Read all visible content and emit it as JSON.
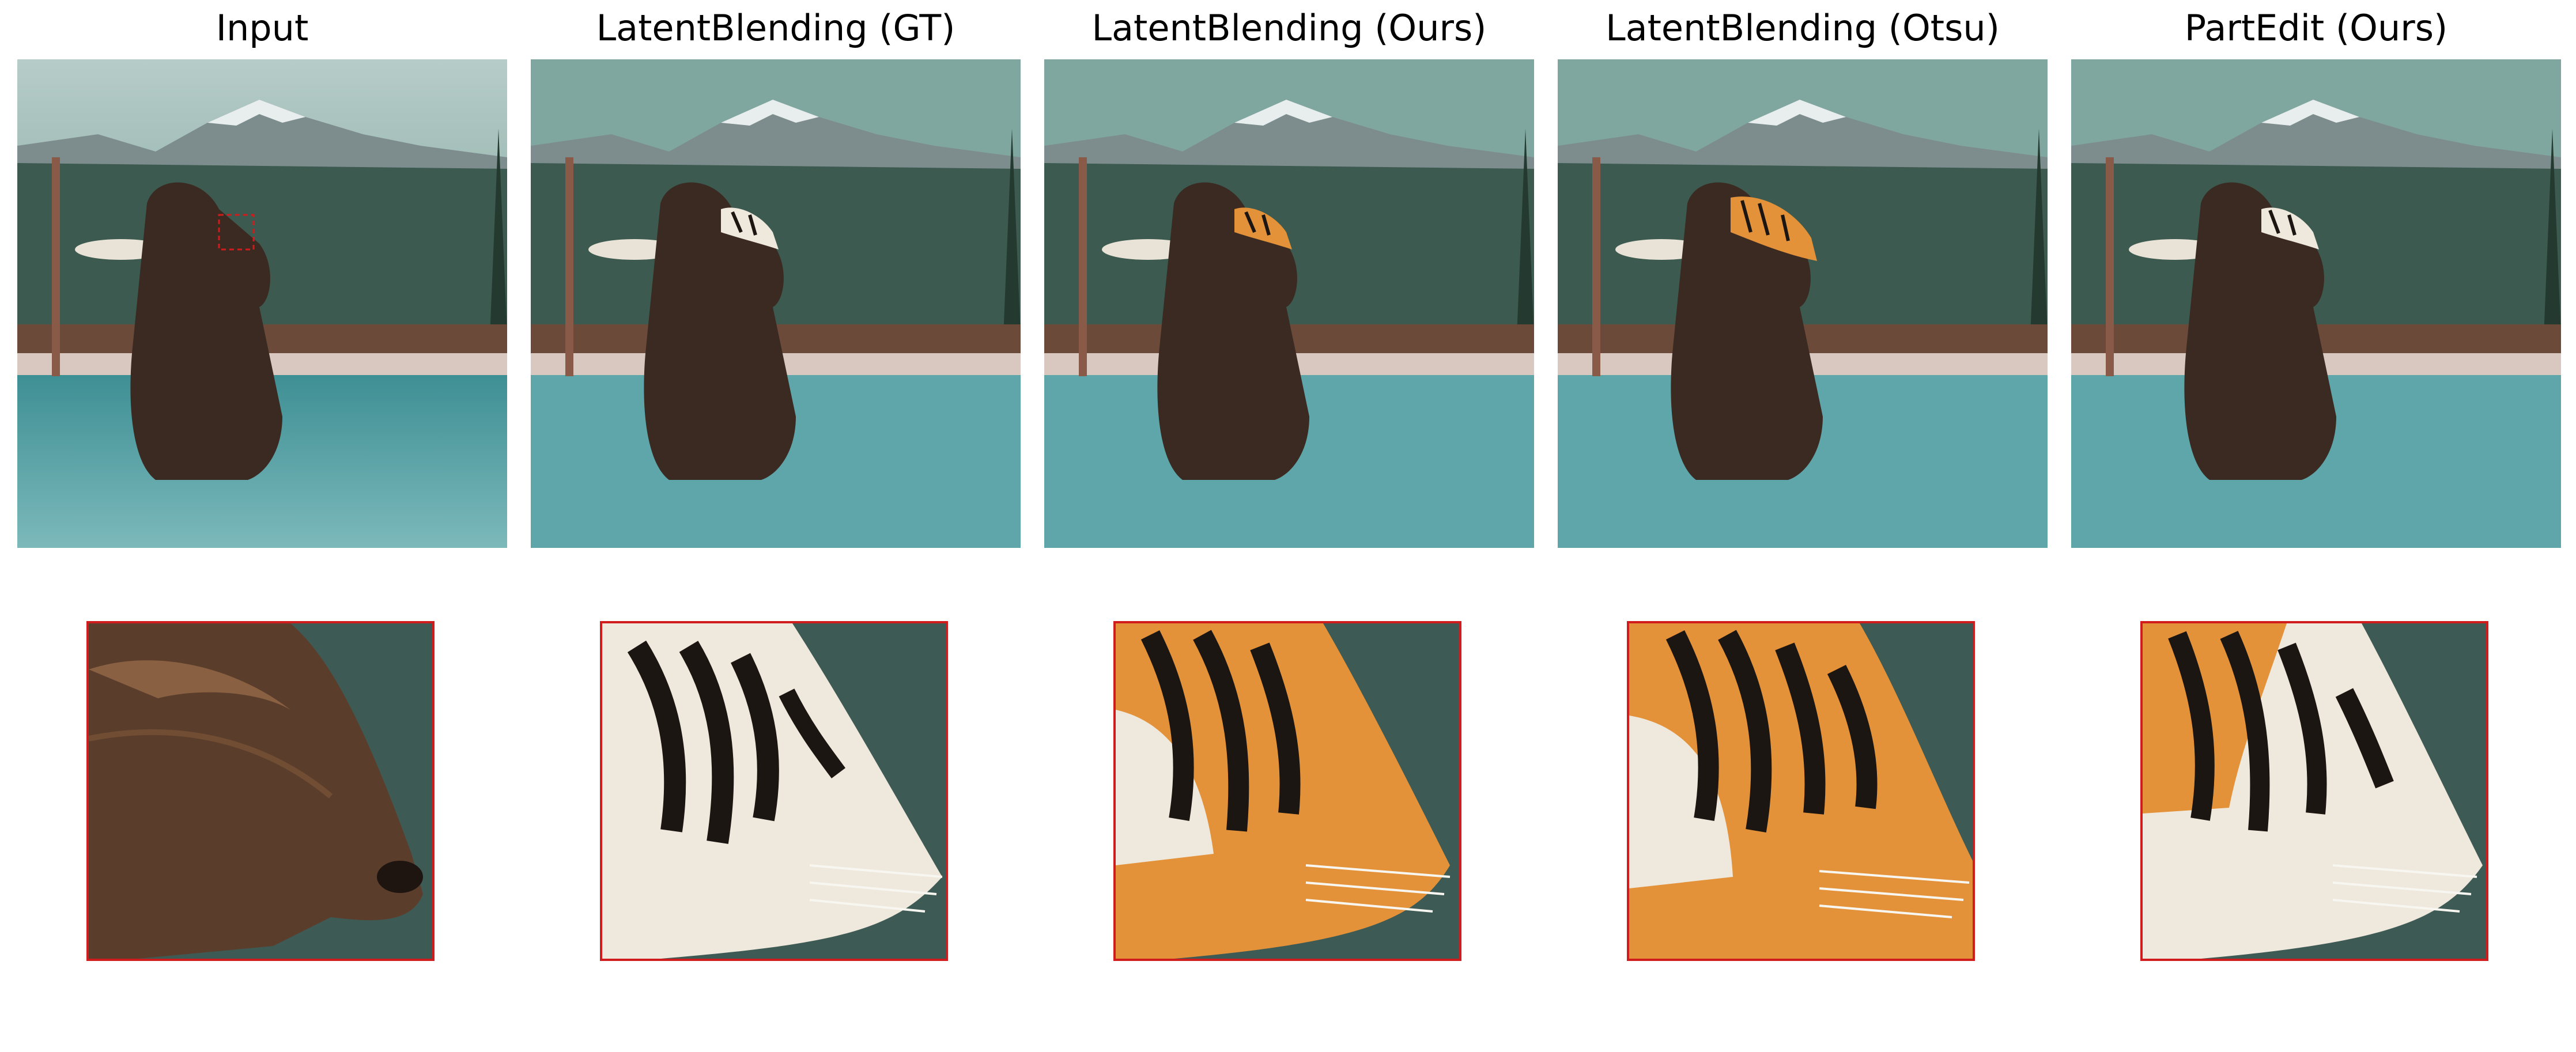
{
  "panels": [
    {
      "title": "Input",
      "variant": "bear"
    },
    {
      "title": "LatentBlending (GT)",
      "variant": "tiger-gt"
    },
    {
      "title": "LatentBlending (Ours)",
      "variant": "tiger-ours"
    },
    {
      "title": "LatentBlending (Otsu)",
      "variant": "tiger-otsu"
    },
    {
      "title": "PartEdit (Ours)",
      "variant": "tiger-partedit"
    }
  ],
  "colors": {
    "sky": "#a9c4c0",
    "mountain": "#7d8d8d",
    "snow": "#e8eeee",
    "forest": "#3c5a4f",
    "pool": "#6fb1b4",
    "fence": "#6b4a3a",
    "fur_bear": "#3a2a22",
    "tiger_orange": "#e3923a",
    "tiger_stripe": "#1c1612",
    "tiger_white": "#efe8dc",
    "highlight": "#d01c1c"
  }
}
